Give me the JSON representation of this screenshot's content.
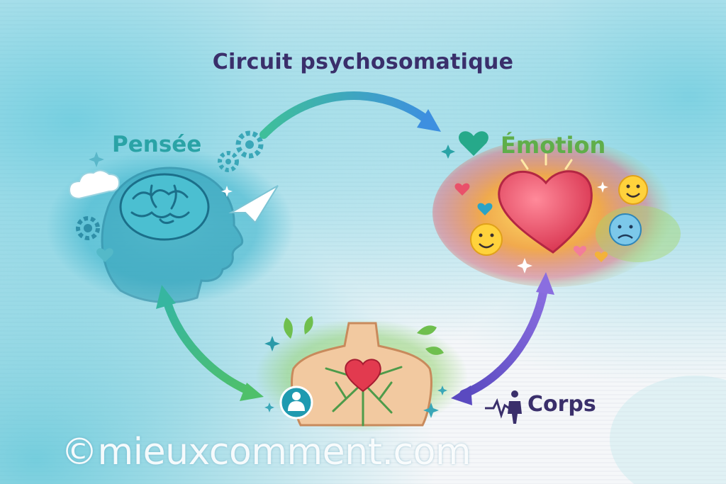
{
  "title": "Circuit psychosomatique",
  "nodes": {
    "pensee": {
      "label": "Pensée",
      "icon": "head-brain-icon"
    },
    "emotion": {
      "label": "Émotion",
      "icon": "heart-emotions-icon"
    },
    "corps": {
      "label": "Corps",
      "icon": "body-torso-icon"
    }
  },
  "watermark": "©mieuxcomment.com",
  "colors": {
    "title": "#3a2f6b",
    "pensee": "#2aa3a6",
    "emotion": "#5fae4a",
    "corps": "#3a2f6b",
    "arrow_top": "#3aa7d9",
    "arrow_left": "#3fb38a",
    "arrow_right": "#6a55c4",
    "wash": "#5cc8db"
  }
}
